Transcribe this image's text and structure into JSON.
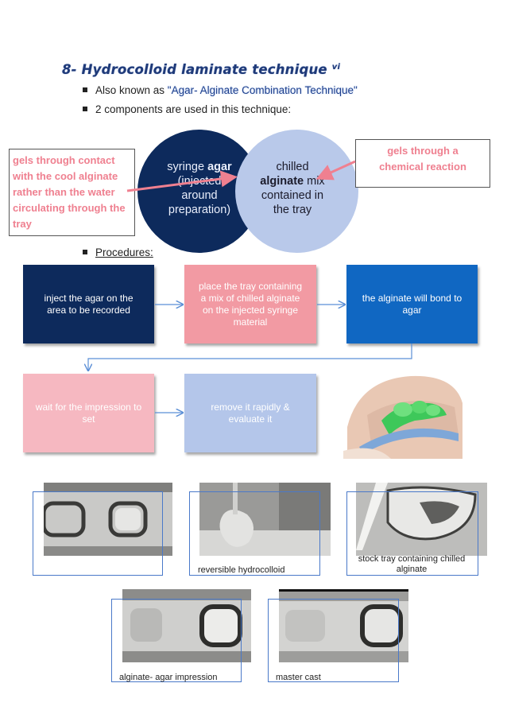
{
  "heading": {
    "title": "8-  Hydrocolloid laminate technique",
    "superscript": "vi"
  },
  "bullets": {
    "aka_prefix": "Also known as ",
    "aka_name": "\"Agar- Alginate Combination Technique\"",
    "components": "2 components are used in this technique:",
    "procedures": "Procedures:"
  },
  "venn": {
    "left_lines": [
      "syringe ",
      "agar",
      "(injected",
      "around",
      "preparation)"
    ],
    "right_lines": [
      "chilled",
      "alginate",
      " mix",
      "contained in",
      "the tray"
    ]
  },
  "callouts": {
    "left": "gels through contact with the cool alginate rather than the water circulating through the tray",
    "right_line1": "gels through a",
    "right_line2": "chemical reaction"
  },
  "steps": [
    {
      "text": "inject the agar on the area to be recorded"
    },
    {
      "text": "place the tray containing a mix of chilled alginate on the injected syringe material"
    },
    {
      "text": "the alginate will bond to agar"
    },
    {
      "text": "wait for the impression to set"
    },
    {
      "text": "remove it rapidly & evaluate it"
    }
  ],
  "captions": {
    "photo2": "reversible hydrocolloid",
    "photo3": "stock tray containing chilled alginate",
    "photo4": "alginate- agar impression",
    "photo5": "master cast"
  },
  "colors": {
    "navy": "#0d2a5c",
    "light_blue": "#b9c9ea",
    "pink": "#f29aa3",
    "blue": "#1067c2",
    "callout_text": "#ef8090",
    "impression_green": "#3ec85a"
  }
}
